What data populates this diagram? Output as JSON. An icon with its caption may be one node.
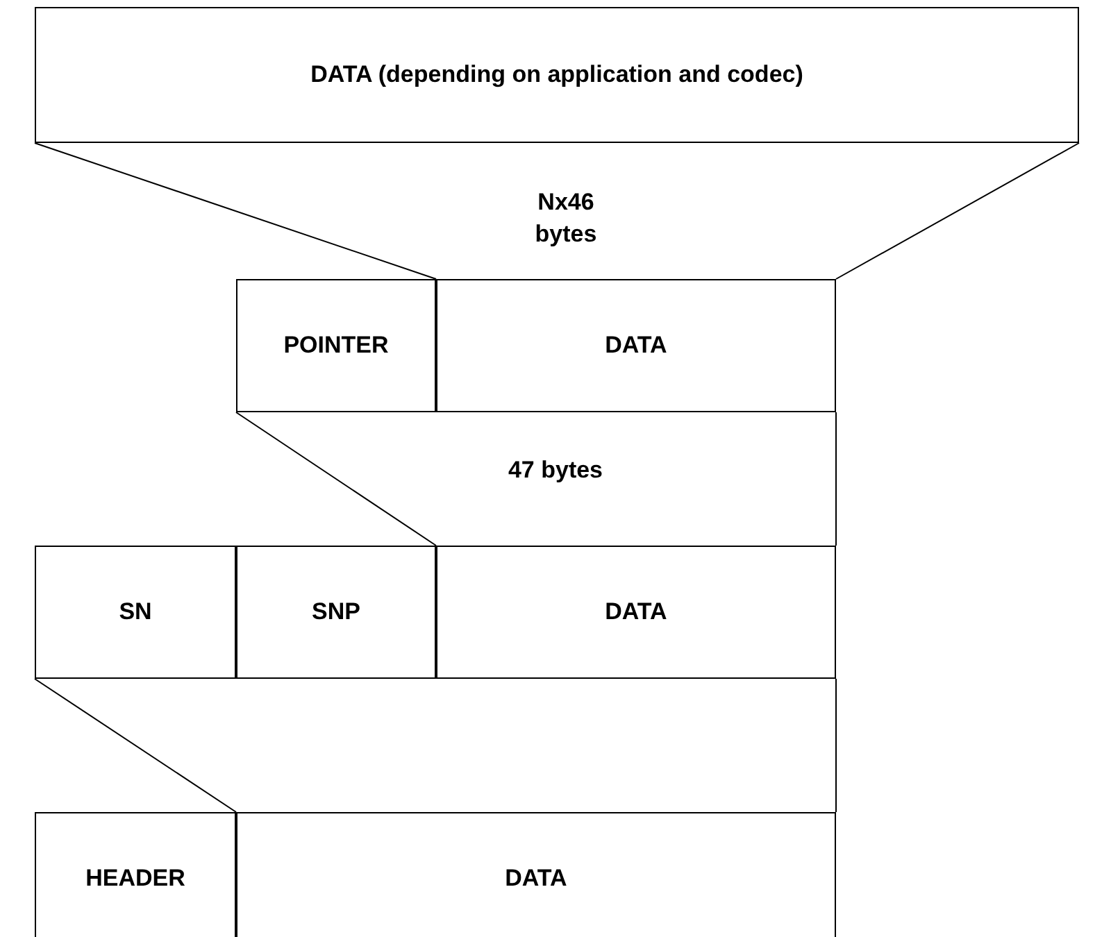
{
  "diagram": {
    "nodes": [
      {
        "text": [
          "DATA (depending on application and codec)"
        ]
      },
      {
        "text": [
          "POINTER"
        ]
      },
      {
        "text": [
          "DATA"
        ]
      },
      {
        "text": [
          "SN"
        ]
      },
      {
        "text": [
          "SNP"
        ]
      },
      {
        "text": [
          "DATA"
        ]
      },
      {
        "text": [
          "HEADER"
        ]
      },
      {
        "text": [
          "DATA"
        ]
      }
    ],
    "edges": [
      {
        "from": 0,
        "to": 1,
        "arrow": "none"
      },
      {
        "from": 0,
        "to": 2,
        "arrow": "none"
      },
      {
        "from": 1,
        "to": 4,
        "arrow": "none"
      },
      {
        "from": 2,
        "to": 5,
        "arrow": "none"
      },
      {
        "from": 3,
        "to": 6,
        "arrow": "none"
      },
      {
        "from": 5,
        "to": 7,
        "arrow": "none"
      }
    ],
    "labels": [
      "Nx46 bytes",
      "47 bytes"
    ]
  }
}
